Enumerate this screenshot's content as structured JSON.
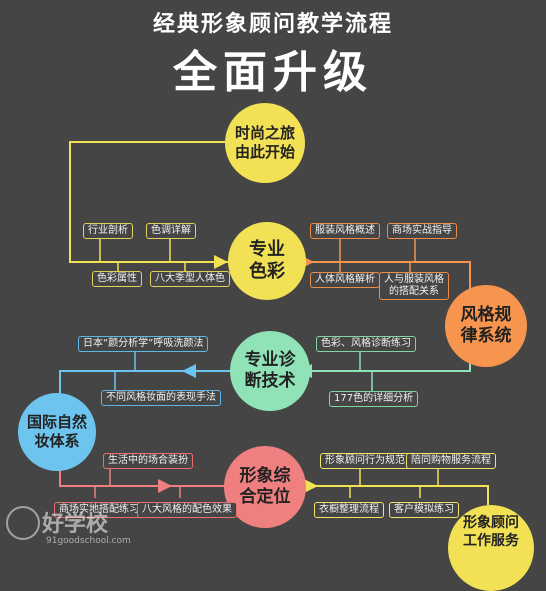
{
  "title": {
    "line1": "经典形象顾问教学流程",
    "line2": "全面升级"
  },
  "nodes": {
    "start": "时尚之旅\n由此开始",
    "color": "专业\n色彩",
    "style": "风格规\n律系统",
    "diagnosis": "专业诊\n断技术",
    "makeup": "国际自然\n妆体系",
    "image": "形象综\n合定位",
    "service": "形象顾问\n工作服务"
  },
  "tags": {
    "industry": "行业剖析",
    "tone": "色调详解",
    "color_attr": "色彩属性",
    "eight_season": "八大季型人体色",
    "clothing_style": "服装风格概述",
    "mall_practice": "商场实战指导",
    "body_style": "人体风格解析",
    "clothing_match": "人与服装风格\n的搭配关系",
    "japan": "日本“颜分析学”呼吸洗颜法",
    "face_makeup": "不同风格妆面的表现手法",
    "color_diag": "色彩、风格诊断练习",
    "detail_177": "177色的详细分析",
    "life_outfit": "生活中的场合装扮",
    "mall_outfit": "商场实地搭配练习",
    "eight_color": "八大风格的配色效果",
    "behavior": "形象顾问行为规范",
    "shopping": "陪同购物服务流程",
    "wardrobe": "衣橱整理流程",
    "simulation": "客户模拟练习"
  },
  "watermark": {
    "text": "好学校",
    "url": "91goodschool.com"
  },
  "colors": {
    "background": "#454545",
    "yellow": "#f3e155",
    "orange": "#f7954e",
    "mint": "#8fe3b6",
    "blue": "#6cc4ef",
    "pink": "#f08080"
  }
}
